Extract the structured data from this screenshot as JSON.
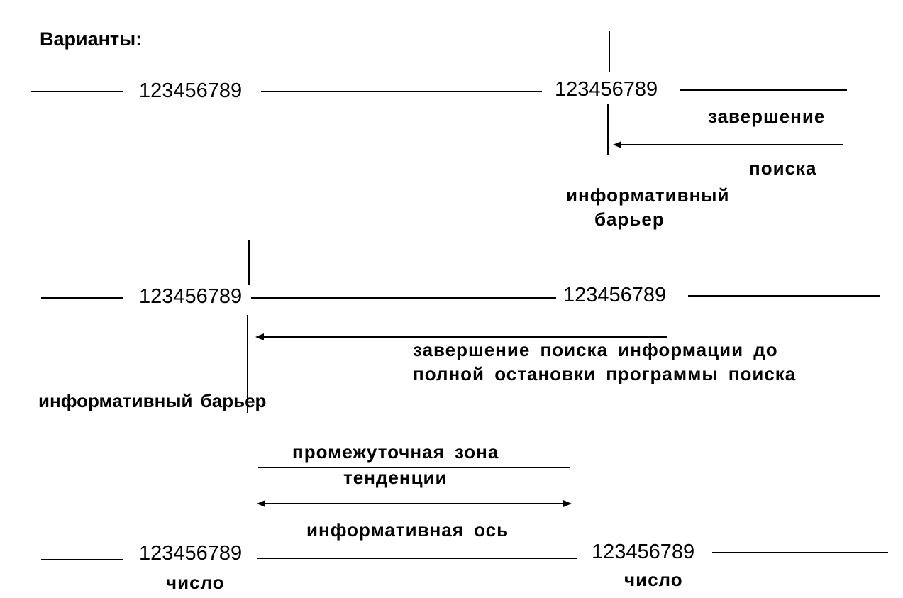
{
  "header": {
    "title": "Варианты:"
  },
  "variant1": {
    "number_left": "123456789",
    "number_right": "123456789",
    "completion_label_line1": "завершение",
    "completion_label_line2": "поиска",
    "barrier_label_line1": "информативный",
    "barrier_label_line2": "барьер"
  },
  "variant2": {
    "number_left": "123456789",
    "number_right": "123456789",
    "completion_label_line1": "завершение поиска информации до",
    "completion_label_line2": "полной остановки программы поиска",
    "barrier_label": "информативный барьер"
  },
  "variant3": {
    "zone_label_line1": "промежуточная зона",
    "zone_label_line2": "тенденции",
    "axis_label": "информативная ось",
    "number_left": "123456789",
    "number_left_caption": "число",
    "number_right": "123456789",
    "number_right_caption": "число"
  }
}
